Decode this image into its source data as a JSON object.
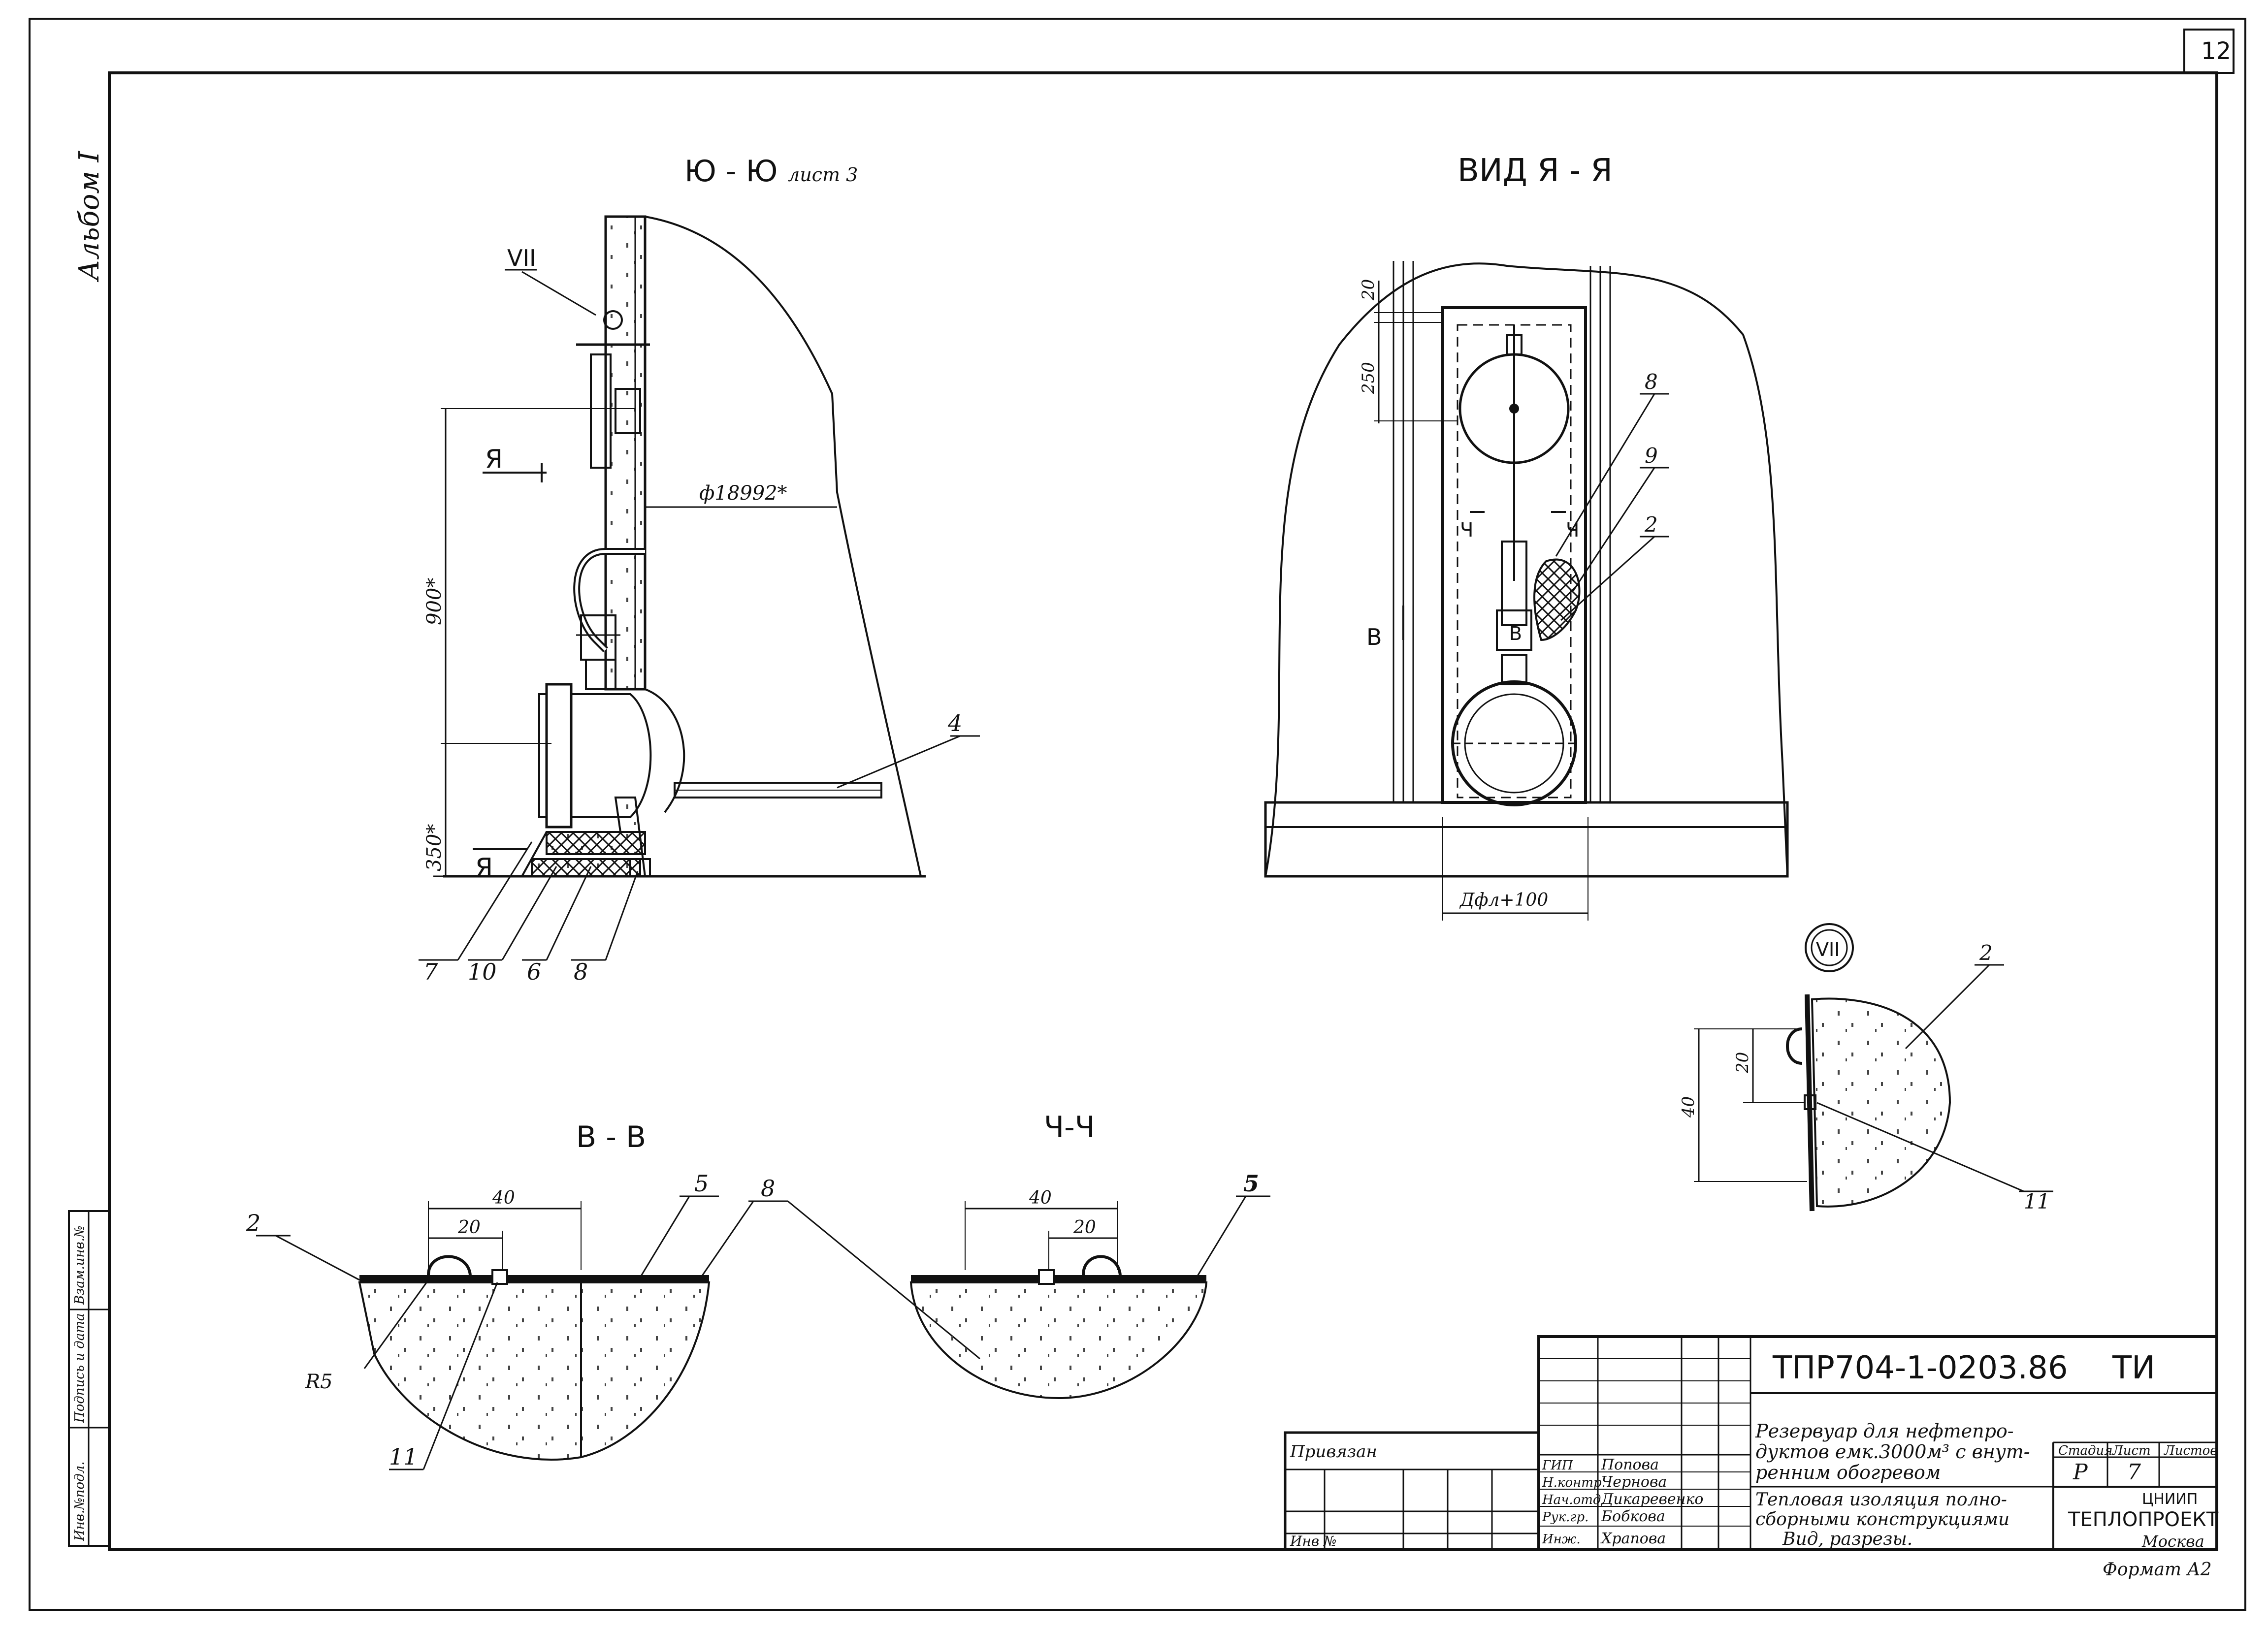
{
  "sheet": {
    "page_number": "12",
    "album_label": "Альбом I",
    "format_label": "Формат А2",
    "side_stamp": [
      "Инв.№подл.",
      "Подпись и дата",
      "Взам.инв.№"
    ]
  },
  "views": {
    "section_yu": {
      "title": "Ю - Ю",
      "sheet_ref": "лист 3",
      "diameter": "ф18992*",
      "dim_900": "900*",
      "dim_350": "350*",
      "cut_letter": "Я",
      "node_ref": "VII",
      "callouts": [
        "4",
        "7",
        "10",
        "6",
        "8"
      ]
    },
    "view_ya": {
      "title": "ВИД Я - Я",
      "dim_20": "20",
      "dim_250": "250",
      "dim_width": "Дфл+100",
      "cut_b": "В",
      "cut_ch": "Ч",
      "callouts": [
        "8",
        "9",
        "2"
      ]
    },
    "node_vii": {
      "label": "VII",
      "dim_20": "20",
      "dim_40": "40",
      "callouts": [
        "2",
        "11"
      ]
    },
    "section_bb": {
      "title": "В - В",
      "dim_40": "40",
      "dim_20": "20",
      "radius": "R5",
      "callouts": [
        "2",
        "5",
        "8",
        "11"
      ]
    },
    "section_chch": {
      "title": "Ч-Ч",
      "dim_40": "40",
      "dim_20": "20",
      "callouts": [
        "5"
      ]
    }
  },
  "title_block": {
    "doc_code": "ТПР704-1-0203.86",
    "doc_mark": "ТИ",
    "privyazan": "Привязан",
    "inv_no": "Инв №",
    "title_lines": [
      "Резервуар для нефтепро-",
      "дуктов емк.3000м³ с внут-",
      "ренним обогревом"
    ],
    "sheet_title_lines": [
      "Тепловая изоляция полно-",
      "сборными конструкциями",
      "Вид, разрезы."
    ],
    "headers": {
      "stage": "Стадия",
      "sheet": "Лист",
      "sheets": "Листов"
    },
    "stage_value": "Р",
    "sheet_value": "7",
    "org_lines": [
      "ЦНИИП",
      "ТЕПЛОПРОЕКТ",
      "Москва"
    ],
    "staff": [
      {
        "role": "ГИП",
        "name": "Попова"
      },
      {
        "role": "Н.контр.",
        "name": "Чернова"
      },
      {
        "role": "Нач.отд.",
        "name": "Дикаревенко"
      },
      {
        "role": "Рук.гр.",
        "name": "Бобкова"
      },
      {
        "role": "Инж.",
        "name": "Храпова"
      }
    ]
  }
}
